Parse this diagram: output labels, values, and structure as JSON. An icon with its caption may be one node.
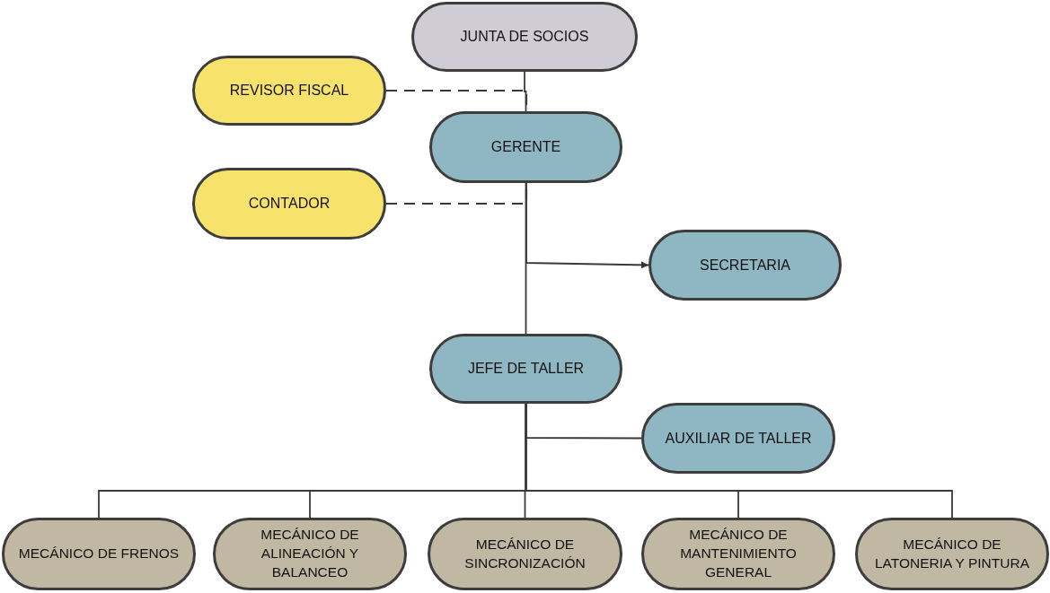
{
  "diagram": {
    "nodes": [
      {
        "text": [
          "JUNTA DE SOCIOS"
        ]
      },
      {
        "text": [
          "REVISOR FISCAL"
        ]
      },
      {
        "text": [
          "GERENTE"
        ]
      },
      {
        "text": [
          "CONTADOR"
        ]
      },
      {
        "text": [
          "SECRETARIA"
        ]
      },
      {
        "text": [
          "JEFE DE TALLER"
        ]
      },
      {
        "text": [
          "AUXILIAR DE TALLER"
        ]
      },
      {
        "text": [
          "MECÁNICO DE FRENOS"
        ]
      },
      {
        "text": [
          "MECÁNICO  DE ALINEACIÓN Y BALANCEO"
        ]
      },
      {
        "text": [
          "MECÁNICO DE SINCRONIZACIÓN"
        ]
      },
      {
        "text": [
          "MECÁNICO DE MANTENIMIENTO GENERAL"
        ]
      },
      {
        "text": [
          "MECÁNICO DE LATONERIA Y PINTURA"
        ]
      }
    ],
    "edges": [
      {
        "from": 0,
        "to": 2,
        "arrow": "none"
      },
      {
        "from": 1,
        "to": 2,
        "arrow": "none",
        "style": "dashed"
      },
      {
        "from": 3,
        "to": 2,
        "arrow": "none",
        "style": "dashed"
      },
      {
        "from": 2,
        "to": 4,
        "arrow": "to"
      },
      {
        "from": 2,
        "to": 5,
        "arrow": "none"
      },
      {
        "from": 5,
        "to": 6,
        "arrow": "none"
      },
      {
        "from": 5,
        "to": 7,
        "arrow": "none"
      },
      {
        "from": 5,
        "to": 8,
        "arrow": "none"
      },
      {
        "from": 5,
        "to": 9,
        "arrow": "none"
      },
      {
        "from": 5,
        "to": 10,
        "arrow": "none"
      },
      {
        "from": 5,
        "to": 11,
        "arrow": "none"
      }
    ]
  }
}
